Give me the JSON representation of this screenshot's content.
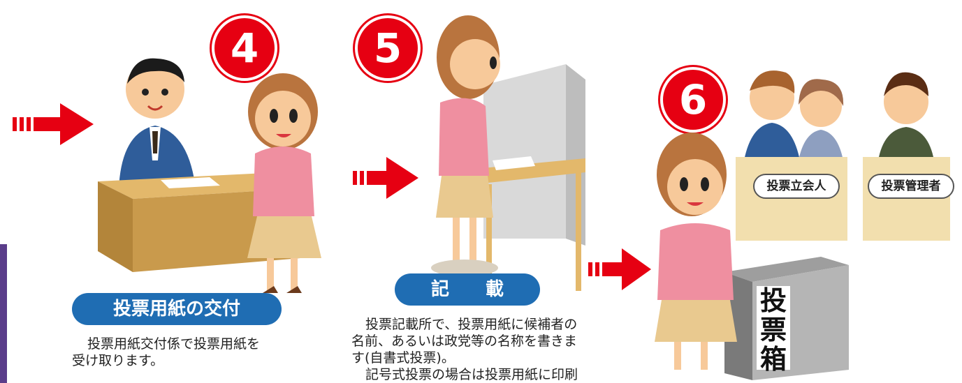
{
  "steps": [
    {
      "number": "4",
      "title": "投票用紙の交付",
      "desc_line1": "投票用紙交付係で投票用紙を",
      "desc_line2": "受け取ります。"
    },
    {
      "number": "5",
      "title": "記　　載",
      "desc_line1": "投票記載所で、投票用紙に候補者の",
      "desc_line2": "名前、あるいは政党等の名称を書きま",
      "desc_line3": "す(自書式投票)。",
      "desc_line4": "記号式投票の場合は投票用紙に印刷"
    },
    {
      "number": "6"
    }
  ],
  "labels": {
    "witness": "投票立会人",
    "manager": "投票管理者",
    "box_1": "投",
    "box_2": "票",
    "box_3": "箱"
  },
  "colors": {
    "accent_red": "#e60012",
    "pill_blue": "#1f6db3"
  }
}
